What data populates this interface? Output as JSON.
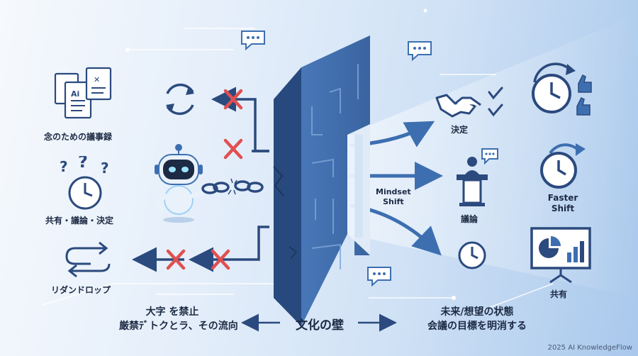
{
  "left": {
    "docs_label": "念のための議事録",
    "meeting_label": "共有・議論・決定",
    "loop_label": "リダンドロップ"
  },
  "center": {
    "mindset_line1": "Mindset",
    "mindset_line2": "Shift",
    "wall_label": "文化の壁"
  },
  "middle_right": {
    "decide_label": "決定",
    "discuss_label": "議論"
  },
  "right": {
    "faster_line1": "Faster",
    "faster_line2": "Shift",
    "share_label": "共有"
  },
  "bottom": {
    "left_line1": "大字 を禁止",
    "left_line2": "厳禁ﾃﾞトクとラ、その流向",
    "right_line1": "未来/想望の状態",
    "right_line2": "会議の目標を明消する"
  },
  "footer": {
    "copyright": "2025 AI KnowledgeFlow"
  },
  "colors": {
    "navy": "#2b4a7e",
    "accent_blue": "#3d6fb0",
    "x_red": "#e05050",
    "wall_front": "#3e6aa8",
    "wall_side": "#27497d"
  }
}
